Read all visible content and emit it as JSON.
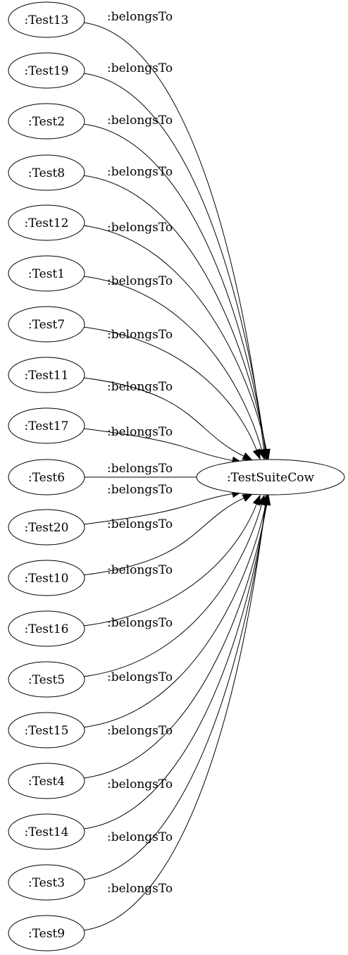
{
  "graph": {
    "target": ":TestSuiteCow",
    "edge_label": ":belongsTo",
    "sources": [
      ":Test13",
      ":Test19",
      ":Test2",
      ":Test8",
      ":Test12",
      ":Test1",
      ":Test7",
      ":Test11",
      ":Test17",
      ":Test6",
      ":Test20",
      ":Test10",
      ":Test16",
      ":Test5",
      ":Test15",
      ":Test4",
      ":Test14",
      ":Test3",
      ":Test9"
    ],
    "edges": [
      {
        "from": ":Test13",
        "to": ":TestSuiteCow",
        "label": ":belongsTo"
      },
      {
        "from": ":Test19",
        "to": ":TestSuiteCow",
        "label": ":belongsTo"
      },
      {
        "from": ":Test2",
        "to": ":TestSuiteCow",
        "label": ":belongsTo"
      },
      {
        "from": ":Test8",
        "to": ":TestSuiteCow",
        "label": ":belongsTo"
      },
      {
        "from": ":Test12",
        "to": ":TestSuiteCow",
        "label": ":belongsTo"
      },
      {
        "from": ":Test1",
        "to": ":TestSuiteCow",
        "label": ":belongsTo"
      },
      {
        "from": ":Test7",
        "to": ":TestSuiteCow",
        "label": ":belongsTo"
      },
      {
        "from": ":Test11",
        "to": ":TestSuiteCow",
        "label": ":belongsTo"
      },
      {
        "from": ":Test17",
        "to": ":TestSuiteCow",
        "label": ":belongsTo"
      },
      {
        "from": ":Test6",
        "to": ":TestSuiteCow",
        "label": ":belongsTo"
      },
      {
        "from": ":Test20",
        "to": ":TestSuiteCow",
        "label": ":belongsTo"
      },
      {
        "from": ":Test10",
        "to": ":TestSuiteCow",
        "label": ":belongsTo"
      },
      {
        "from": ":Test16",
        "to": ":TestSuiteCow",
        "label": ":belongsTo"
      },
      {
        "from": ":Test5",
        "to": ":TestSuiteCow",
        "label": ":belongsTo"
      },
      {
        "from": ":Test15",
        "to": ":TestSuiteCow",
        "label": ":belongsTo"
      },
      {
        "from": ":Test4",
        "to": ":TestSuiteCow",
        "label": ":belongsTo"
      },
      {
        "from": ":Test14",
        "to": ":TestSuiteCow",
        "label": ":belongsTo"
      },
      {
        "from": ":Test3",
        "to": ":TestSuiteCow",
        "label": ":belongsTo"
      },
      {
        "from": ":Test9",
        "to": ":TestSuiteCow",
        "label": ":belongsTo"
      }
    ]
  }
}
